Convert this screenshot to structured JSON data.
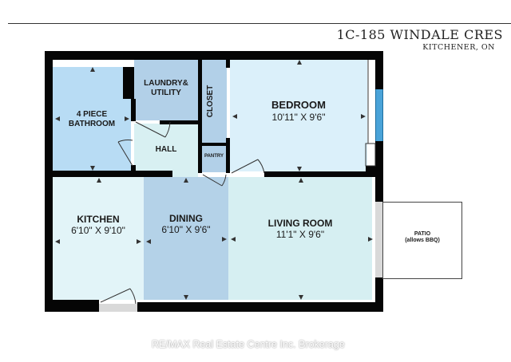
{
  "header": {
    "title": "1C-185 WINDALE CRES",
    "subtitle": "KITCHENER, ON"
  },
  "rooms": {
    "bathroom": {
      "name_line1": "4 PIECE",
      "name_line2": "BATHROOM"
    },
    "laundry": {
      "name_line1": "LAUNDRY&",
      "name_line2": "UTILITY"
    },
    "closet": {
      "name": "CLOSET"
    },
    "hall": {
      "name": "HALL"
    },
    "pantry": {
      "name": "PANTRY"
    },
    "bedroom": {
      "name": "BEDROOM",
      "dimensions": "10'11\" X 9'6\""
    },
    "kitchen": {
      "name": "KITCHEN",
      "dimensions": "6'10\" X 9'10\""
    },
    "dining": {
      "name": "DINING",
      "dimensions": "6'10\" X 9'6\""
    },
    "living": {
      "name": "LIVING ROOM",
      "dimensions": "11'1\" X 9'6\""
    },
    "patio": {
      "name_line1": "PATIO",
      "name_line2": "(allows BBQ)"
    }
  },
  "colors": {
    "bathroom": "#b8dcf4",
    "utility": "#b2d0e8",
    "hall": "#d8f0f2",
    "bedroom": "#dbf0fa",
    "kitchen": "#e2f4f8",
    "dining": "#b4d2e8",
    "living": "#d6eff2",
    "wall": "#050505",
    "window": "#4aa3d8"
  },
  "watermark": "RE/MAX Real Estate Centre Inc. Brokerage"
}
